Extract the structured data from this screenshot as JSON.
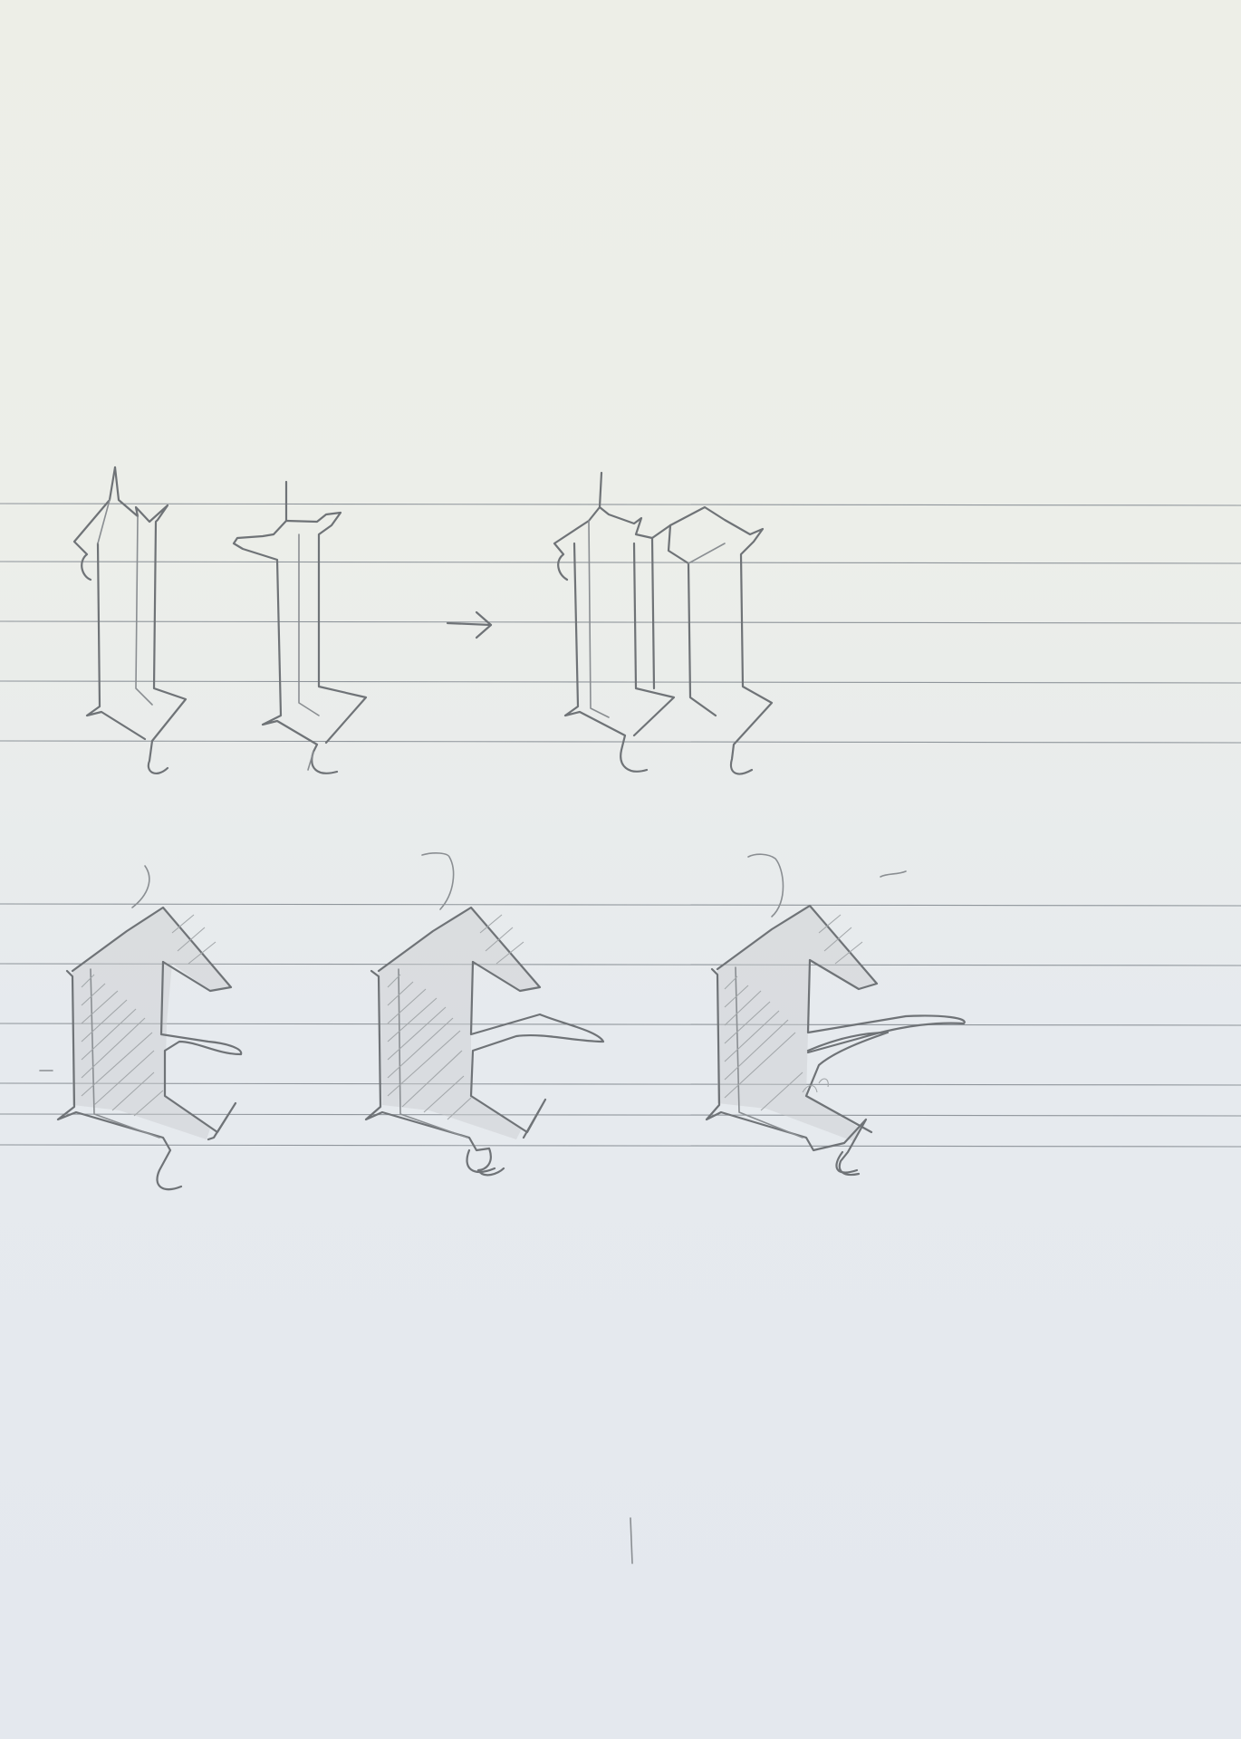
{
  "scene": {
    "subject": "pencil-sketch-blackletter",
    "paper_color": "#ecede8",
    "line_color": "#8f959b",
    "pencil_color": "#6f7377"
  },
  "rows": [
    {
      "id": "row-n",
      "glyphs": [
        "stroke-i-1",
        "stroke-i-2",
        "arrow",
        "letter-n"
      ]
    },
    {
      "id": "row-e",
      "glyphs": [
        "letter-e-1",
        "letter-e-2",
        "letter-e-3"
      ]
    }
  ]
}
